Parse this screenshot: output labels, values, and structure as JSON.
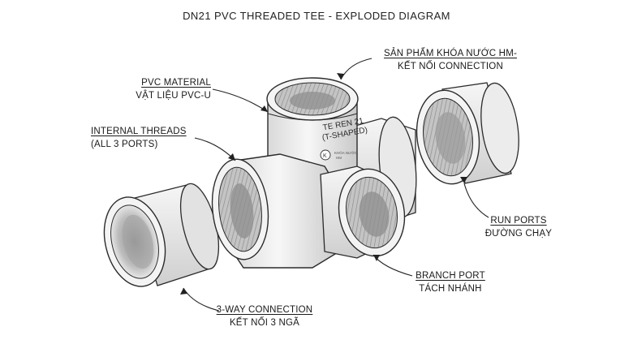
{
  "title": "DN21 PVC THREADED TEE - EXPLODED DIAGRAM",
  "callouts": {
    "product_brand": {
      "line1": "SẢN PHẨM KHÓA NƯỚC HM-",
      "line2": "KẾT NỐI CONNECTION"
    },
    "material": {
      "line1": "PVC MATERIAL",
      "line2": "VẬT LIỆU PVC-U"
    },
    "threads": {
      "line1": "INTERNAL THREADS",
      "line2": "(ALL 3 PORTS)"
    },
    "run_ports": {
      "line1": "RUN PORTS",
      "line2": "ĐƯỜNG CHẠY"
    },
    "branch_port": {
      "line1": "BRANCH PORT",
      "line2": "TÁCH NHÁNH"
    },
    "connection": {
      "line1": "3-WAY CONNECTION",
      "line2": "KẾT NỐI 3 NGÃ"
    }
  },
  "body_marking": {
    "line1": "TE REN 21",
    "line2": "(T-SHAPED)",
    "logo_text": "KHÓA NƯỚC HM"
  },
  "colors": {
    "pvc_light": "#f1f1f1",
    "pvc_mid": "#dcdcdc",
    "pvc_dark": "#a9a9a9",
    "outline": "#2b2b2b"
  }
}
